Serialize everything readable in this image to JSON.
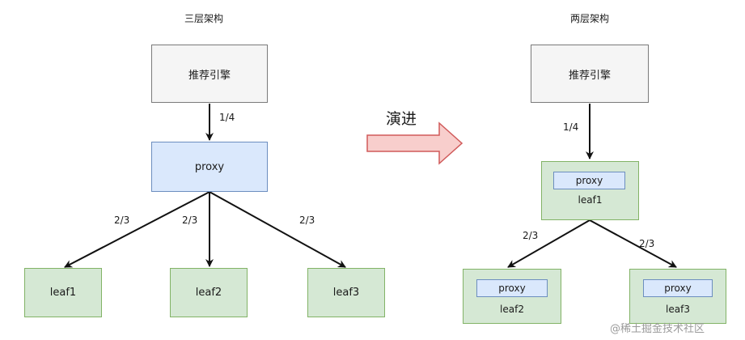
{
  "left": {
    "title": "三层架构",
    "top_node": "推荐引擎",
    "proxy_node": "proxy",
    "edge_top": "1/4",
    "edge_left": "2/3",
    "edge_mid": "2/3",
    "edge_right": "2/3",
    "leaf1": "leaf1",
    "leaf2": "leaf2",
    "leaf3": "leaf3"
  },
  "middle": {
    "evolve_label": "演进"
  },
  "right": {
    "title": "两层架构",
    "top_node": "推荐引擎",
    "edge_top": "1/4",
    "leaf1": {
      "proxy": "proxy",
      "label": "leaf1"
    },
    "edge_left": "2/3",
    "edge_right": "2/3",
    "leaf2": {
      "proxy": "proxy",
      "label": "leaf2"
    },
    "leaf3": {
      "proxy": "proxy",
      "label": "leaf3"
    }
  },
  "watermark": "@稀土掘金技术社区",
  "colors": {
    "gray_fill": "#f5f5f5",
    "blue_fill": "#dae8fc",
    "blue_stroke": "#6c8ebf",
    "green_fill": "#d5e8d4",
    "green_stroke": "#82b366",
    "arrow_fill": "#f8cecc",
    "arrow_stroke": "#d05a5a"
  }
}
